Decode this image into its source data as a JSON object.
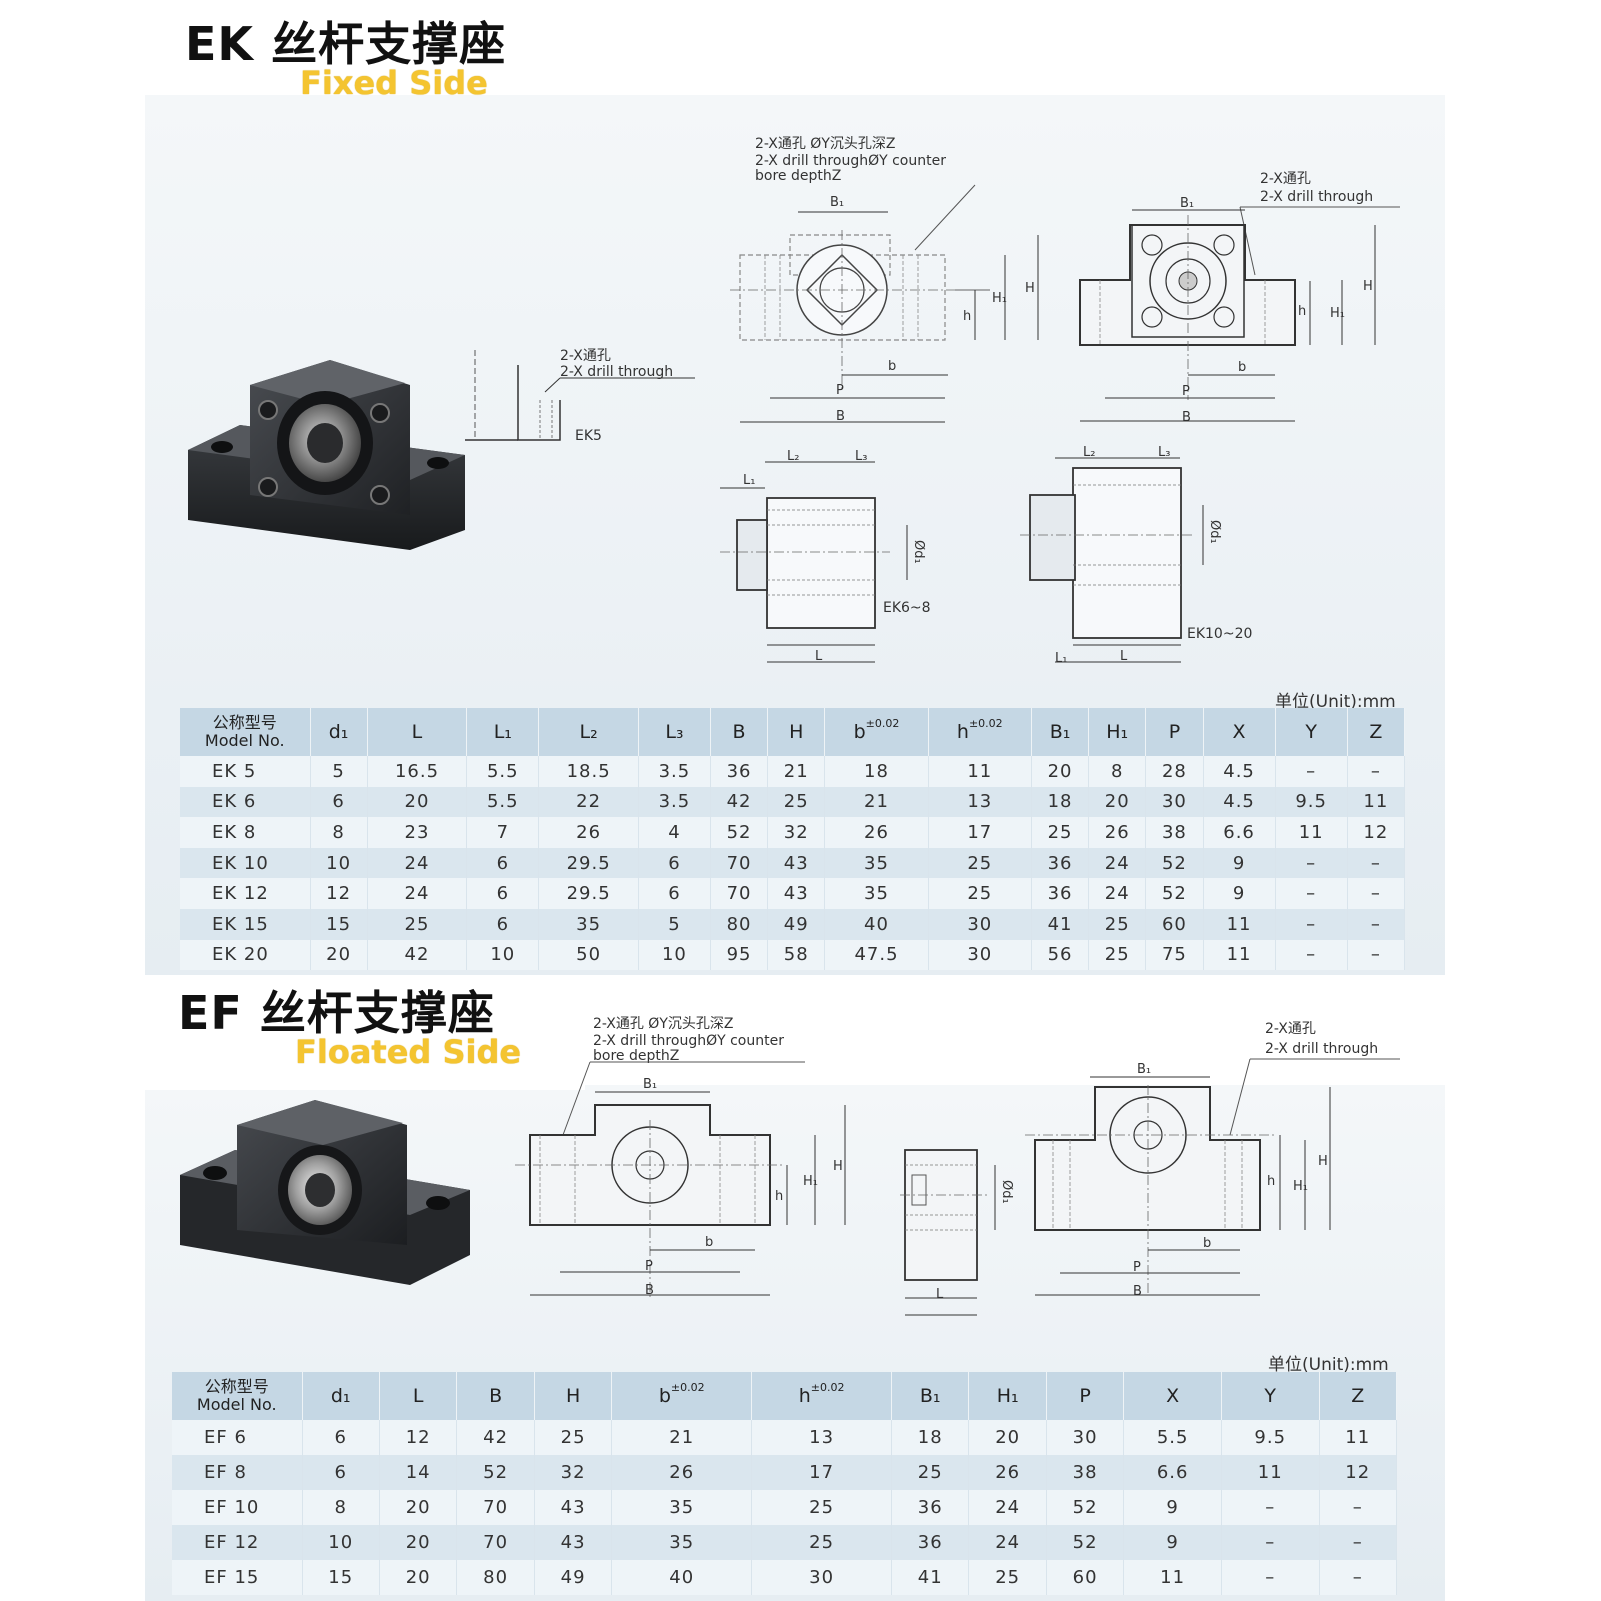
{
  "ek": {
    "title": "EK 丝杆支撑座",
    "subtitle": "Fixed Side",
    "unit": "单位(Unit):mm",
    "callouts": {
      "counterbore_cn": "2-X通孔 ØY沉头孔深Z",
      "counterbore_en1": "2-X drill throughØY counter",
      "counterbore_en2": "bore depthZ",
      "drill_cn": "2-X通孔",
      "drill_en": "2-X drill through",
      "ek5_drill_cn": "2-X通孔",
      "ek5_drill_en": "2-X drill through"
    },
    "labels": {
      "ek5": "EK5",
      "ek6_8": "EK6~8",
      "ek10_20": "EK10~20",
      "B1": "B₁",
      "H": "H",
      "H1": "H₁",
      "h": "h",
      "b": "b",
      "P": "P",
      "B": "B",
      "L": "L",
      "L1": "L₁",
      "L2": "L₂",
      "L3": "L₃",
      "d1": "Ød₁"
    },
    "table": {
      "model_header_cn": "公称型号",
      "model_header_en": "Model No.",
      "headers": [
        "d₁",
        "L",
        "L₁",
        "L₂",
        "L₃",
        "B",
        "H",
        "b",
        "h",
        "B₁",
        "H₁",
        "P",
        "X",
        "Y",
        "Z"
      ],
      "tolerance": "±0.02",
      "rows": [
        [
          "EK  5",
          "5",
          "16.5",
          "5.5",
          "18.5",
          "3.5",
          "36",
          "21",
          "18",
          "11",
          "20",
          "8",
          "28",
          "4.5",
          "–",
          "–"
        ],
        [
          "EK  6",
          "6",
          "20",
          "5.5",
          "22",
          "3.5",
          "42",
          "25",
          "21",
          "13",
          "18",
          "20",
          "30",
          "4.5",
          "9.5",
          "11"
        ],
        [
          "EK  8",
          "8",
          "23",
          "7",
          "26",
          "4",
          "52",
          "32",
          "26",
          "17",
          "25",
          "26",
          "38",
          "6.6",
          "11",
          "12"
        ],
        [
          "EK  10",
          "10",
          "24",
          "6",
          "29.5",
          "6",
          "70",
          "43",
          "35",
          "25",
          "36",
          "24",
          "52",
          "9",
          "–",
          "–"
        ],
        [
          "EK  12",
          "12",
          "24",
          "6",
          "29.5",
          "6",
          "70",
          "43",
          "35",
          "25",
          "36",
          "24",
          "52",
          "9",
          "–",
          "–"
        ],
        [
          "EK  15",
          "15",
          "25",
          "6",
          "35",
          "5",
          "80",
          "49",
          "40",
          "30",
          "41",
          "25",
          "60",
          "11",
          "–",
          "–"
        ],
        [
          "EK  20",
          "20",
          "42",
          "10",
          "50",
          "10",
          "95",
          "58",
          "47.5",
          "30",
          "56",
          "25",
          "75",
          "11",
          "–",
          "–"
        ]
      ]
    }
  },
  "ef": {
    "title": "EF 丝杆支撑座",
    "subtitle": "Floated Side",
    "unit": "单位(Unit):mm",
    "callouts": {
      "counterbore_cn": "2-X通孔 ØY沉头孔深Z",
      "counterbore_en1": "2-X drill throughØY counter",
      "counterbore_en2": "bore depthZ",
      "drill_cn": "2-X通孔",
      "drill_en": "2-X drill through"
    },
    "labels": {
      "B1": "B₁",
      "H": "H",
      "H1": "H₁",
      "h": "h",
      "b": "b",
      "P": "P",
      "B": "B",
      "L": "L",
      "d1": "Ød₁"
    },
    "table": {
      "model_header_cn": "公称型号",
      "model_header_en": "Model No.",
      "headers": [
        "d₁",
        "L",
        "B",
        "H",
        "b",
        "h",
        "B₁",
        "H₁",
        "P",
        "X",
        "Y",
        "Z"
      ],
      "tolerance": "±0.02",
      "rows": [
        [
          "EF  6",
          "6",
          "12",
          "42",
          "25",
          "21",
          "13",
          "18",
          "20",
          "30",
          "5.5",
          "9.5",
          "11"
        ],
        [
          "EF  8",
          "6",
          "14",
          "52",
          "32",
          "26",
          "17",
          "25",
          "26",
          "38",
          "6.6",
          "11",
          "12"
        ],
        [
          "EF  10",
          "8",
          "20",
          "70",
          "43",
          "35",
          "25",
          "36",
          "24",
          "52",
          "9",
          "–",
          "–"
        ],
        [
          "EF  12",
          "10",
          "20",
          "70",
          "43",
          "35",
          "25",
          "36",
          "24",
          "52",
          "9",
          "–",
          "–"
        ],
        [
          "EF  15",
          "15",
          "20",
          "80",
          "49",
          "40",
          "30",
          "41",
          "25",
          "60",
          "11",
          "–",
          "–"
        ]
      ]
    }
  },
  "colors": {
    "header_bg": "#c5d7e4",
    "row_light": "#eef4f8",
    "row_dark": "#dae6ee",
    "subtitle": "#f4c430",
    "block": "#2b2d30"
  }
}
